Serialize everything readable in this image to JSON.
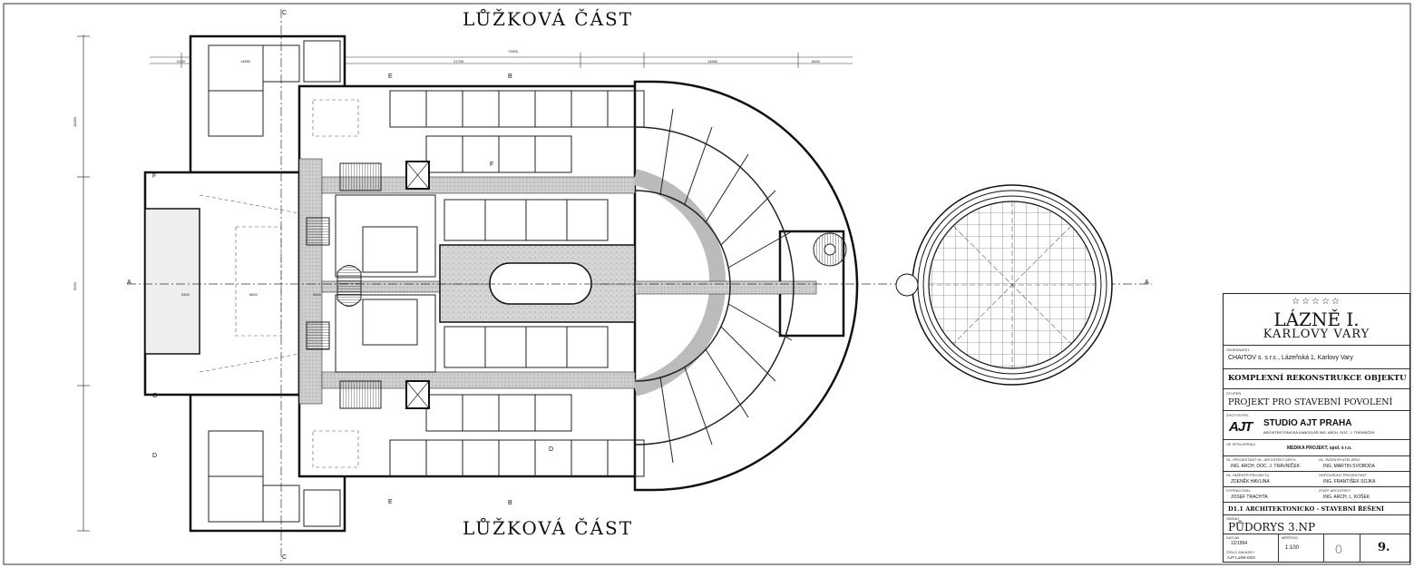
{
  "drawing": {
    "heading_top": "LŮŽKOVÁ ČÁST",
    "heading_bottom": "LŮŽKOVÁ ČÁST",
    "section_marks": [
      "A",
      "A",
      "B",
      "B",
      "C",
      "C",
      "D",
      "D",
      "E",
      "E",
      "F",
      "F",
      "G"
    ],
    "dimensions": [
      "5100",
      "14650",
      "21750",
      "73900",
      "5300",
      "14650",
      "8450",
      "18300",
      "8800",
      "3500",
      "9000"
    ]
  },
  "title_block": {
    "stars": "☆☆☆☆☆",
    "project_name": "LÁZNĚ I.",
    "project_city": "KARLOVY VARY",
    "investor_label": "OBJEDNATEL",
    "investor": "CHAITOV s. s r.c., Lázeňská 1, Karlovy Vary",
    "building_name": "KOMPLEXNÍ REKONSTRUKCE OBJEKTU",
    "stage_label": "STUPEŇ",
    "stage": "PROJEKT PRO STAVEBNÍ POVOLENÍ",
    "designer_label": "ZHOTOVITEL",
    "studio_logo": "AJT",
    "studio_name": "STUDIO AJT PRAHA",
    "studio_address": "ARCHITEKTONICKÁ KANCELÁŘ ING. ARCH. DOC. J. TRÁVNÍČEK",
    "collaborator_label": "VE SPOLUPRÁCI",
    "collaborator": "MEDIKA PROJEKT, spol. s r.o.",
    "chief_architect_label": "HL. PROJEKTANT HL. ARCHITEKT ARCH.",
    "chief_architect": "ING. ARCH. DOC. J. TRÁVNÍČEK",
    "responsible_label": "HL. INŽENÝR ATELIERU",
    "responsible": "ING. MARTIN SVOBODA",
    "project_manager_label": "HL. INŽENÝR PROJEKTU",
    "project_manager": "ZDENĚK HAVLINA",
    "author_label": "ODPOVĚDNÝ PROJEKTANT",
    "author": "ING. FRANTIŠEK SOJKA",
    "drawn_label": "VYPRACOVAL",
    "drawn": "JOSEF TRACHTA",
    "checked_label": "ZODP. ARCHITEKT",
    "checked": "ING. ARCH. L. KOŠEK",
    "part": "D1.1 ARCHITEKTONICKO - STAVEBNÍ ŘEŠENÍ",
    "drawing_label": "OBSAH",
    "drawing_title": "PŮDORYS 3.NP",
    "date_label": "DATUM",
    "date": "12/1994",
    "scale_label": "MĚŘÍTKO",
    "scale": "1:100",
    "revision": "0",
    "sheet_number": "9.",
    "archive_label": "ČÍSLO ZAKÁZKY",
    "archive": "AJT-L1/94-02/3"
  }
}
